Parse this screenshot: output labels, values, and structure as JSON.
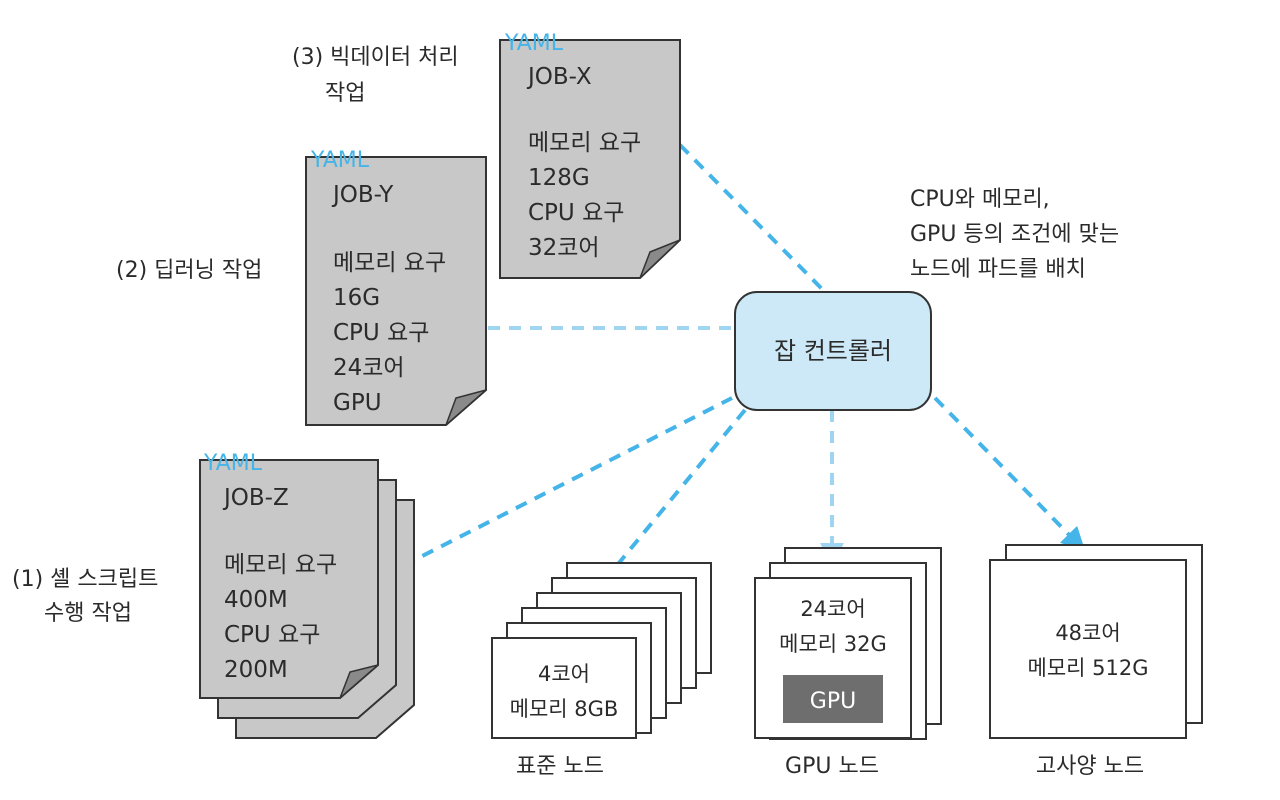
{
  "jobs": {
    "x": {
      "tag": "YAML",
      "name": "JOB-X",
      "lines": [
        "메모리 요구",
        "128G",
        "CPU 요구",
        "32코어"
      ],
      "label_lines": [
        "(3) 빅데이터 처리",
        "작업"
      ]
    },
    "y": {
      "tag": "YAML",
      "name": "JOB-Y",
      "lines": [
        "메모리 요구",
        "16G",
        "CPU 요구",
        "24코어",
        "GPU"
      ],
      "label_lines": [
        "(2) 딥러닝 작업"
      ]
    },
    "z": {
      "tag": "YAML",
      "name": "JOB-Z",
      "lines": [
        "메모리 요구",
        "400M",
        "CPU 요구",
        "200M"
      ],
      "label_lines": [
        "(1) 셸 스크립트",
        "수행 작업"
      ]
    }
  },
  "controller": {
    "label": "잡 컨트롤러"
  },
  "note": {
    "lines": [
      "CPU와 메모리,",
      "GPU 등의 조건에 맞는",
      "노드에 파드를 배치"
    ]
  },
  "nodes": {
    "standard": {
      "lines": [
        "4코어",
        "메모리 8GB"
      ],
      "caption": "표준 노드"
    },
    "gpu": {
      "lines": [
        "24코어",
        "메모리 32G"
      ],
      "chip": "GPU",
      "caption": "GPU 노드"
    },
    "high": {
      "lines": [
        "48코어",
        "메모리 512G"
      ],
      "caption": "고사양 노드"
    }
  },
  "colors": {
    "connector": "#45b4e8",
    "controller_fill": "#cde8f6",
    "document_fill": "#c8c8c8",
    "gpu_chip": "#6e6e6e"
  }
}
